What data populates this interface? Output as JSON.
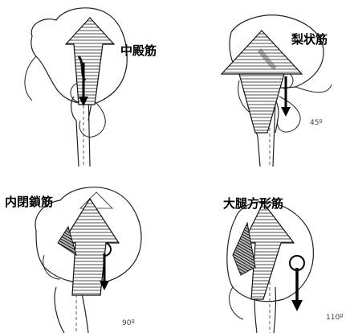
{
  "figures": [
    {
      "muscle": "中殿筋",
      "angle": ""
    },
    {
      "muscle": "梨状筋",
      "angle": "45º"
    },
    {
      "muscle": "内閉鎖筋",
      "angle": "90º"
    },
    {
      "muscle": "大腿方形筋",
      "angle": "110º"
    }
  ]
}
